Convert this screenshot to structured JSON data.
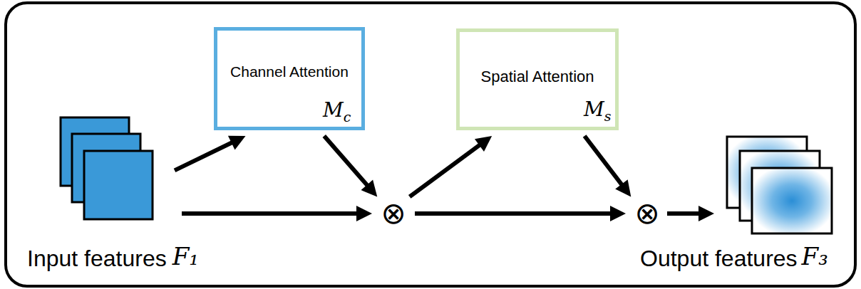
{
  "diagram": {
    "nodes": [
      {
        "text": [
          "Input features",
          "F₁"
        ]
      },
      {
        "text": [
          "Channel Attention",
          "M",
          "c"
        ]
      },
      {
        "text": [
          "⊗"
        ]
      },
      {
        "text": [
          "Spatial Attention",
          "M",
          "s"
        ]
      },
      {
        "text": [
          "⊗"
        ]
      },
      {
        "text": [
          "Output features",
          "F₃"
        ]
      }
    ],
    "edges": [
      {
        "from": 0,
        "to": 1,
        "arrow": "to"
      },
      {
        "from": 1,
        "to": 2,
        "arrow": "to"
      },
      {
        "from": 0,
        "to": 2,
        "arrow": "to"
      },
      {
        "from": 2,
        "to": 3,
        "arrow": "to"
      },
      {
        "from": 3,
        "to": 4,
        "arrow": "to"
      },
      {
        "from": 2,
        "to": 4,
        "arrow": "to"
      },
      {
        "from": 4,
        "to": 5,
        "arrow": "to"
      }
    ]
  }
}
